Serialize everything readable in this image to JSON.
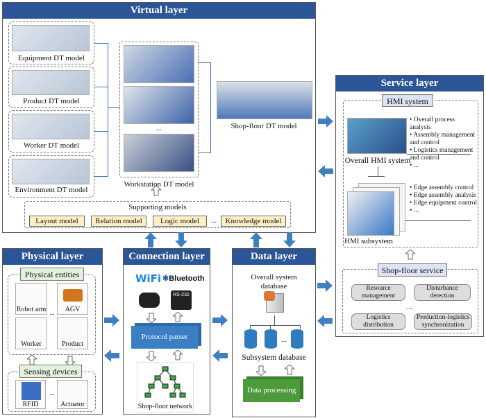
{
  "virtual_layer": {
    "title": "Virtual layer",
    "models": [
      "Equipment DT model",
      "Product DT model",
      "Worker DT model",
      "Environment DT model"
    ],
    "workstation_label": "Workstation DT model",
    "ellipsis": "...",
    "shopfloor_label": "Shop-floor DT model",
    "supporting": {
      "title": "Supporting models",
      "items": [
        "Layout model",
        "Relation model",
        "Logic model",
        "...",
        "Knowledge model"
      ]
    }
  },
  "service_layer": {
    "title": "Service layer",
    "hmi_label": "HMI system",
    "overall_label": "Overall HMI system",
    "overall_bullets": [
      "Overall process analysis",
      "Assembly management and control",
      "Logistics management and control",
      "..."
    ],
    "sub_label": "HMI subsystem",
    "sub_bullets": [
      "Edge assembly control",
      "Edge assembly analysis",
      "Edge equipment control",
      "..."
    ],
    "shopfloor_service": "Shop-floor service",
    "services": [
      "Resource management",
      "Disturbance detection",
      "Logistics distribution",
      "Production-logistics synchronization"
    ],
    "ellipsis": "..."
  },
  "physical_layer": {
    "title": "Physical layer",
    "entities_label": "Physical entities",
    "entities": [
      "Robot arm",
      "AGV",
      "Worker",
      "Product"
    ],
    "sensing_label": "Sensing devices",
    "devices": [
      "RFID",
      "Actuator"
    ],
    "ellipsis": "..."
  },
  "connection_layer": {
    "title": "Connection layer",
    "wifi": "WiFi",
    "bluetooth": "Bluetooth",
    "rs232": "RS-232",
    "parser": "Protocol parser",
    "network": "Shop-floor network"
  },
  "data_layer": {
    "title": "Data layer",
    "overall_db": "Overall system database",
    "sub_db": "Subsystem database",
    "processing": "Data processing",
    "ellipsis": "..."
  },
  "colors": {
    "header": "#2c5597",
    "arrow": "#3f7fbf",
    "chip": "#fcefc6",
    "green": "#4d9a3c"
  }
}
